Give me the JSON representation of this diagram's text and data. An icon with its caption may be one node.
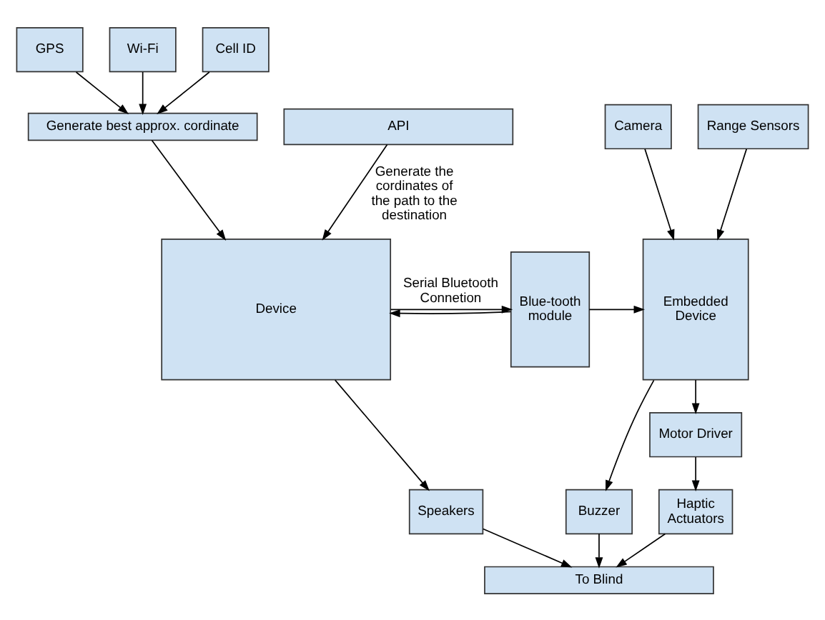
{
  "diagram": {
    "nodes": [
      {
        "text": [
          "GPS"
        ]
      },
      {
        "text": [
          "Wi-Fi"
        ]
      },
      {
        "text": [
          "Cell ID"
        ]
      },
      {
        "text": [
          "Generate best approx. cordinate"
        ]
      },
      {
        "text": [
          "Device"
        ]
      },
      {
        "text": [
          "Blue-tooth module"
        ]
      },
      {
        "text": [
          "Camera"
        ]
      },
      {
        "text": [
          "Range Sensors"
        ]
      },
      {
        "text": [
          "Embedded Device"
        ]
      },
      {
        "text": [
          "API"
        ]
      },
      {
        "text": [
          "Motor Driver"
        ]
      },
      {
        "text": [
          "Speakers"
        ]
      },
      {
        "text": [
          "Buzzer"
        ]
      },
      {
        "text": [
          "Haptic Actuators"
        ]
      },
      {
        "text": [
          "To Blind"
        ]
      }
    ],
    "edges": [
      {
        "from": 0,
        "to": 3,
        "arrow": "to"
      },
      {
        "from": 1,
        "to": 3,
        "arrow": "to"
      },
      {
        "from": 2,
        "to": 3,
        "arrow": "to"
      },
      {
        "from": 3,
        "to": 4,
        "arrow": "to"
      },
      {
        "from": 4,
        "to": 5,
        "arrow": "to",
        "label": "Serial Bluetooth Connetion"
      },
      {
        "from": 5,
        "to": 4,
        "arrow": "to"
      },
      {
        "from": 5,
        "to": 8,
        "arrow": "to"
      },
      {
        "from": 6,
        "to": 8,
        "arrow": "to"
      },
      {
        "from": 7,
        "to": 8,
        "arrow": "to"
      },
      {
        "from": 9,
        "to": 4,
        "arrow": "to",
        "label": "Generate the cordinates of the path to the destination"
      },
      {
        "from": 4,
        "to": 11,
        "arrow": "to"
      },
      {
        "from": 8,
        "to": 12,
        "arrow": "to"
      },
      {
        "from": 8,
        "to": 10,
        "arrow": "to"
      },
      {
        "from": 10,
        "to": 13,
        "arrow": "to"
      },
      {
        "from": 11,
        "to": 14,
        "arrow": "to"
      },
      {
        "from": 12,
        "to": 14,
        "arrow": "to"
      },
      {
        "from": 13,
        "to": 14,
        "arrow": "to"
      }
    ]
  }
}
